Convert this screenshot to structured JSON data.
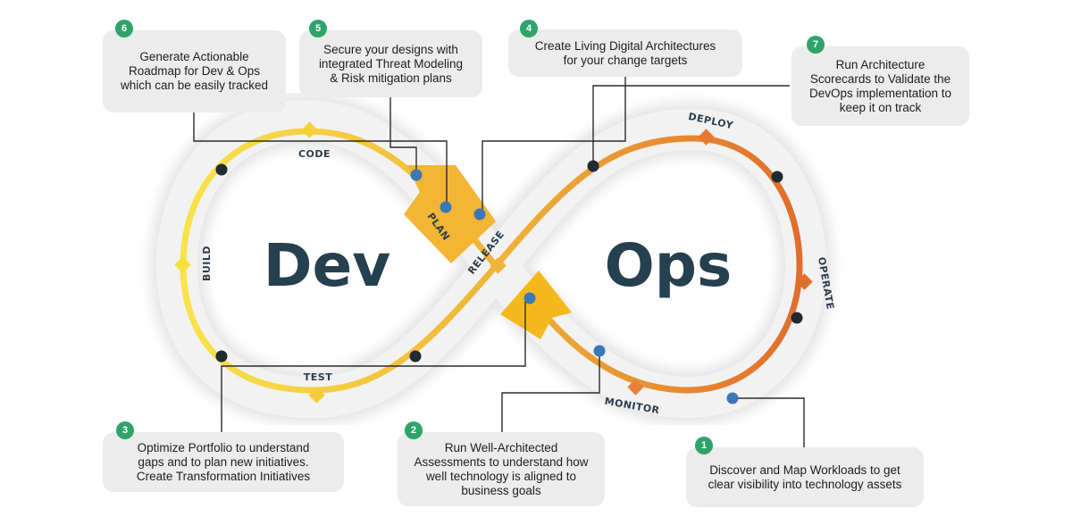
{
  "title_dev": "Dev",
  "title_ops": "Ops",
  "stages": {
    "code": "CODE",
    "build": "BUILD",
    "test": "TEST",
    "plan": "PLAN",
    "release": "RELEASE",
    "deploy": "DEPLOY",
    "operate": "OPERATE",
    "monitor": "MONITOR"
  },
  "callouts": [
    {
      "number": "1",
      "text": "Discover and Map Workloads to get\nclear visibility into technology assets"
    },
    {
      "number": "2",
      "text": "Run Well-Architected\nAssessments to understand how\nwell technology is aligned to\nbusiness goals"
    },
    {
      "number": "3",
      "text": "Optimize Portfolio to understand\ngaps and to plan new initiatives.\nCreate Transformation Initiatives"
    },
    {
      "number": "4",
      "text": "Create Living Digital Architectures\nfor your change targets"
    },
    {
      "number": "5",
      "text": "Secure your designs with\nintegrated Threat Modeling\n& Risk mitigation plans"
    },
    {
      "number": "6",
      "text": "Generate Actionable\nRoadmap for Dev & Ops\nwhich can be easily tracked"
    },
    {
      "number": "7",
      "text": "Run Architecture\nScorecards to Validate the\nDevOps implementation to\nkeep it on track"
    }
  ],
  "colors": {
    "dev_gradient_start": "#f8e44a",
    "dev_gradient_end": "#f0b438",
    "ops_gradient_start": "#f0a040",
    "ops_gradient_end": "#e06a2c",
    "badge": "#2fa36b",
    "text_dark": "#25404f",
    "node_dark": "#1f2a33",
    "node_blue": "#3a78b8"
  }
}
